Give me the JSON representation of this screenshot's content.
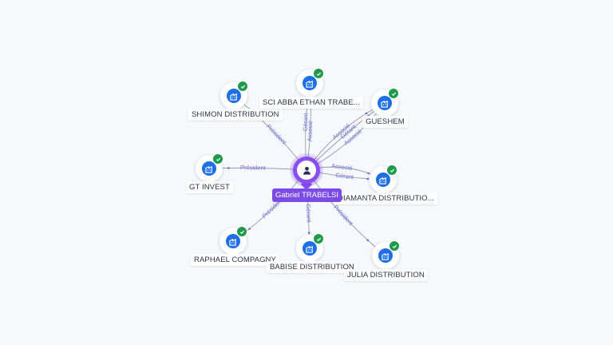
{
  "center": {
    "name": "Gabriel TRABELSI",
    "icon": "person-icon"
  },
  "companies": [
    {
      "id": "shimon",
      "name": "SHIMON DISTRIBUTION",
      "icon": "building-icon",
      "verified": true
    },
    {
      "id": "sci",
      "name": "SCI ABBA ETHAN TRABE...",
      "icon": "building-icon",
      "verified": true
    },
    {
      "id": "gueshem",
      "name": "GUESHEM",
      "icon": "building-icon",
      "verified": true
    },
    {
      "id": "gtinvest",
      "name": "GT INVEST",
      "icon": "building-icon",
      "verified": true
    },
    {
      "id": "diamanta",
      "name": "DIAMANTA DISTRIBUTIO...",
      "icon": "building-icon",
      "verified": true
    },
    {
      "id": "raphael",
      "name": "RAPHAEL COMPAGNY",
      "icon": "building-icon",
      "verified": true
    },
    {
      "id": "babise",
      "name": "BABISE DISTRIBUTION",
      "icon": "building-icon",
      "verified": true
    },
    {
      "id": "julia",
      "name": "JULIA DISTRIBUTION",
      "icon": "building-icon",
      "verified": true
    }
  ],
  "edges": [
    {
      "to": "shimon",
      "role": "Président"
    },
    {
      "to": "sci",
      "role": "Gérant"
    },
    {
      "to": "sci",
      "role": "Associé"
    },
    {
      "to": "gueshem",
      "role": "Associé"
    },
    {
      "to": "gueshem",
      "role": "Gérant"
    },
    {
      "to": "gueshem",
      "role": "Associé"
    },
    {
      "to": "gtinvest",
      "role": "Président"
    },
    {
      "to": "diamanta",
      "role": "Gérant"
    },
    {
      "to": "diamanta",
      "role": "Associé"
    },
    {
      "to": "raphael",
      "role": "Président"
    },
    {
      "to": "babise",
      "role": "Gérant"
    },
    {
      "to": "julia",
      "role": "Président"
    }
  ],
  "colors": {
    "accent": "#7b4be6",
    "company": "#1e6fe6",
    "verified": "#1f9a4d",
    "edge_label": "#6a6fd2",
    "edge": "#8a8fa6"
  }
}
